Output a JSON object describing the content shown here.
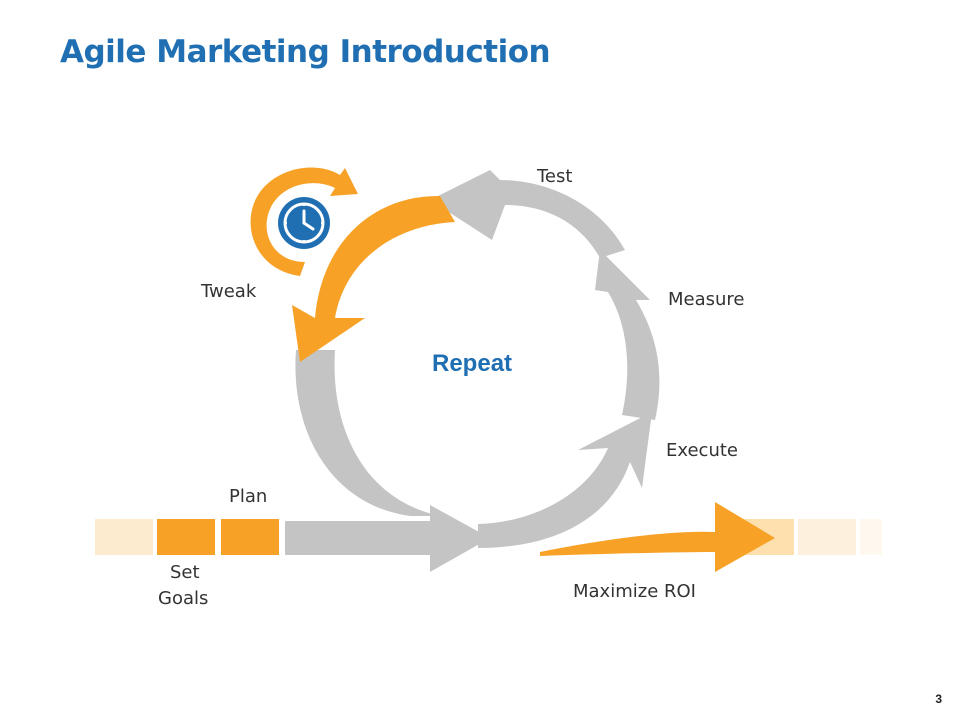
{
  "slide": {
    "title": "Agile Marketing Introduction",
    "page_number": "3"
  },
  "diagram": {
    "center_label": "Repeat",
    "steps": {
      "test": "Test",
      "measure": "Measure",
      "execute": "Execute",
      "plan": "Plan",
      "set_goals_line1": "Set",
      "set_goals_line2": "Goals",
      "tweak": "Tweak",
      "maximize_roi": "Maximize ROI"
    },
    "colors": {
      "orange": "#f7a227",
      "gray": "#c4c4c4",
      "blue": "#1f6fb2",
      "light_orange": "#fde5c0"
    },
    "icons": [
      "clock-icon"
    ]
  }
}
